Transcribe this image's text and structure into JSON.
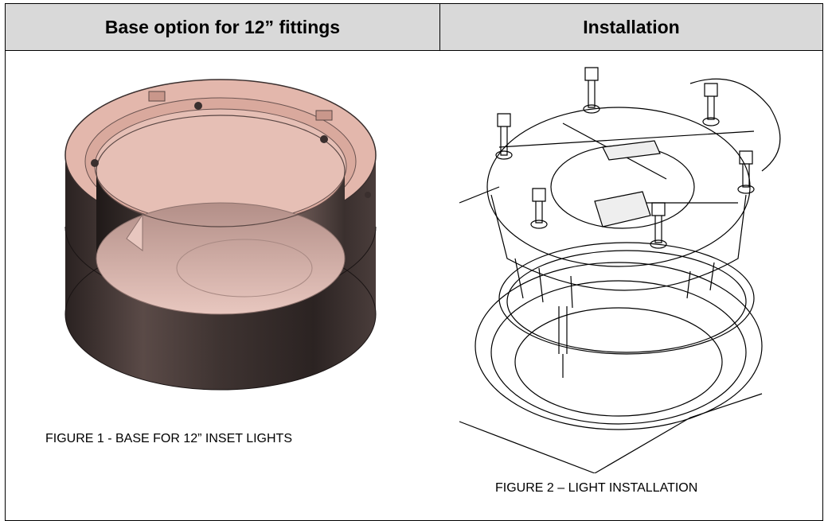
{
  "header": {
    "left_title": "Base option for 12” fittings",
    "right_title": "Installation"
  },
  "figures": {
    "figure1_caption": "FIGURE 1 - BASE FOR 12” INSET LIGHTS",
    "figure2_caption": "FIGURE 2 – LIGHT INSTALLATION"
  },
  "colors": {
    "header_bg": "#d9d9d9",
    "base_outer": "#3a2f2e",
    "base_rim": "#e3b7ac"
  },
  "icons": {
    "figure1": "cylindrical-base-illustration",
    "figure2": "light-installation-drawing"
  }
}
